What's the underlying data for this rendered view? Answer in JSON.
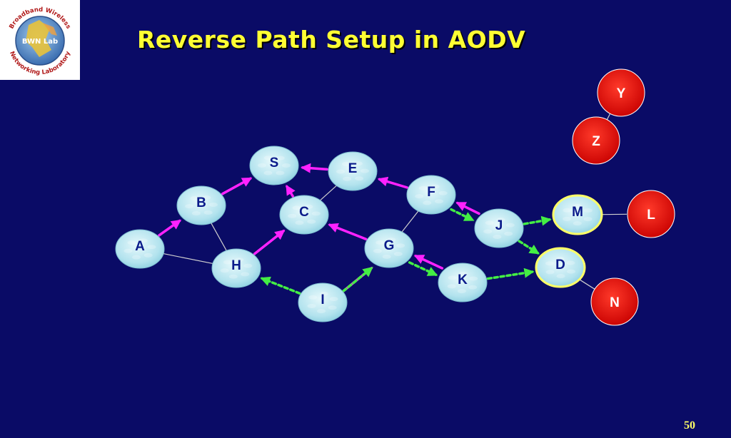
{
  "slide": {
    "title": "Reverse Path Setup in AODV",
    "page_number": "50"
  },
  "logo": {
    "ring_top": "Broadband Wireless",
    "ring_bottom": "Networking Laboratory",
    "center": "BWN Lab"
  },
  "colors": {
    "background": "#0a0b66",
    "title": "#ffff33",
    "node_fill": "#b9e6ef",
    "node_red": "#dd0000",
    "highlight_ring": "#ffff66",
    "reverse_path": "#ff22ff",
    "broadcast": "#44ee44",
    "link": "#cfcfcf"
  },
  "nodes": [
    {
      "id": "S",
      "label": "S",
      "style": "blue"
    },
    {
      "id": "E",
      "label": "E",
      "style": "blue"
    },
    {
      "id": "B",
      "label": "B",
      "style": "blue"
    },
    {
      "id": "C",
      "label": "C",
      "style": "blue"
    },
    {
      "id": "F",
      "label": "F",
      "style": "blue"
    },
    {
      "id": "A",
      "label": "A",
      "style": "blue"
    },
    {
      "id": "H",
      "label": "H",
      "style": "blue"
    },
    {
      "id": "G",
      "label": "G",
      "style": "blue"
    },
    {
      "id": "J",
      "label": "J",
      "style": "blue"
    },
    {
      "id": "I",
      "label": "I",
      "style": "blue"
    },
    {
      "id": "K",
      "label": "K",
      "style": "blue"
    },
    {
      "id": "M",
      "label": "M",
      "style": "blue-highlight"
    },
    {
      "id": "D",
      "label": "D",
      "style": "blue-highlight"
    },
    {
      "id": "Y",
      "label": "Y",
      "style": "red"
    },
    {
      "id": "Z",
      "label": "Z",
      "style": "red"
    },
    {
      "id": "L",
      "label": "L",
      "style": "red"
    },
    {
      "id": "N",
      "label": "N",
      "style": "red"
    }
  ],
  "links": [
    {
      "from": "Y",
      "to": "Z"
    },
    {
      "from": "E",
      "to": "C"
    },
    {
      "from": "B",
      "to": "H"
    },
    {
      "from": "A",
      "to": "H"
    },
    {
      "from": "F",
      "to": "G"
    },
    {
      "from": "M",
      "to": "L"
    },
    {
      "from": "D",
      "to": "N"
    }
  ],
  "reverse_arrows": [
    {
      "from": "E",
      "to": "S"
    },
    {
      "from": "F",
      "to": "E"
    },
    {
      "from": "B",
      "to": "S"
    },
    {
      "from": "A",
      "to": "B"
    },
    {
      "from": "C",
      "to": "S"
    },
    {
      "from": "H",
      "to": "C"
    },
    {
      "from": "G",
      "to": "C"
    },
    {
      "from": "J",
      "to": "F"
    },
    {
      "from": "I",
      "to": "G"
    },
    {
      "from": "K",
      "to": "G"
    }
  ],
  "broadcast_arrows": [
    {
      "from": "F",
      "to": "J"
    },
    {
      "from": "J",
      "to": "M"
    },
    {
      "from": "J",
      "to": "D"
    },
    {
      "from": "I",
      "to": "H"
    },
    {
      "from": "I",
      "to": "G"
    },
    {
      "from": "G",
      "to": "K"
    },
    {
      "from": "K",
      "to": "D"
    }
  ]
}
